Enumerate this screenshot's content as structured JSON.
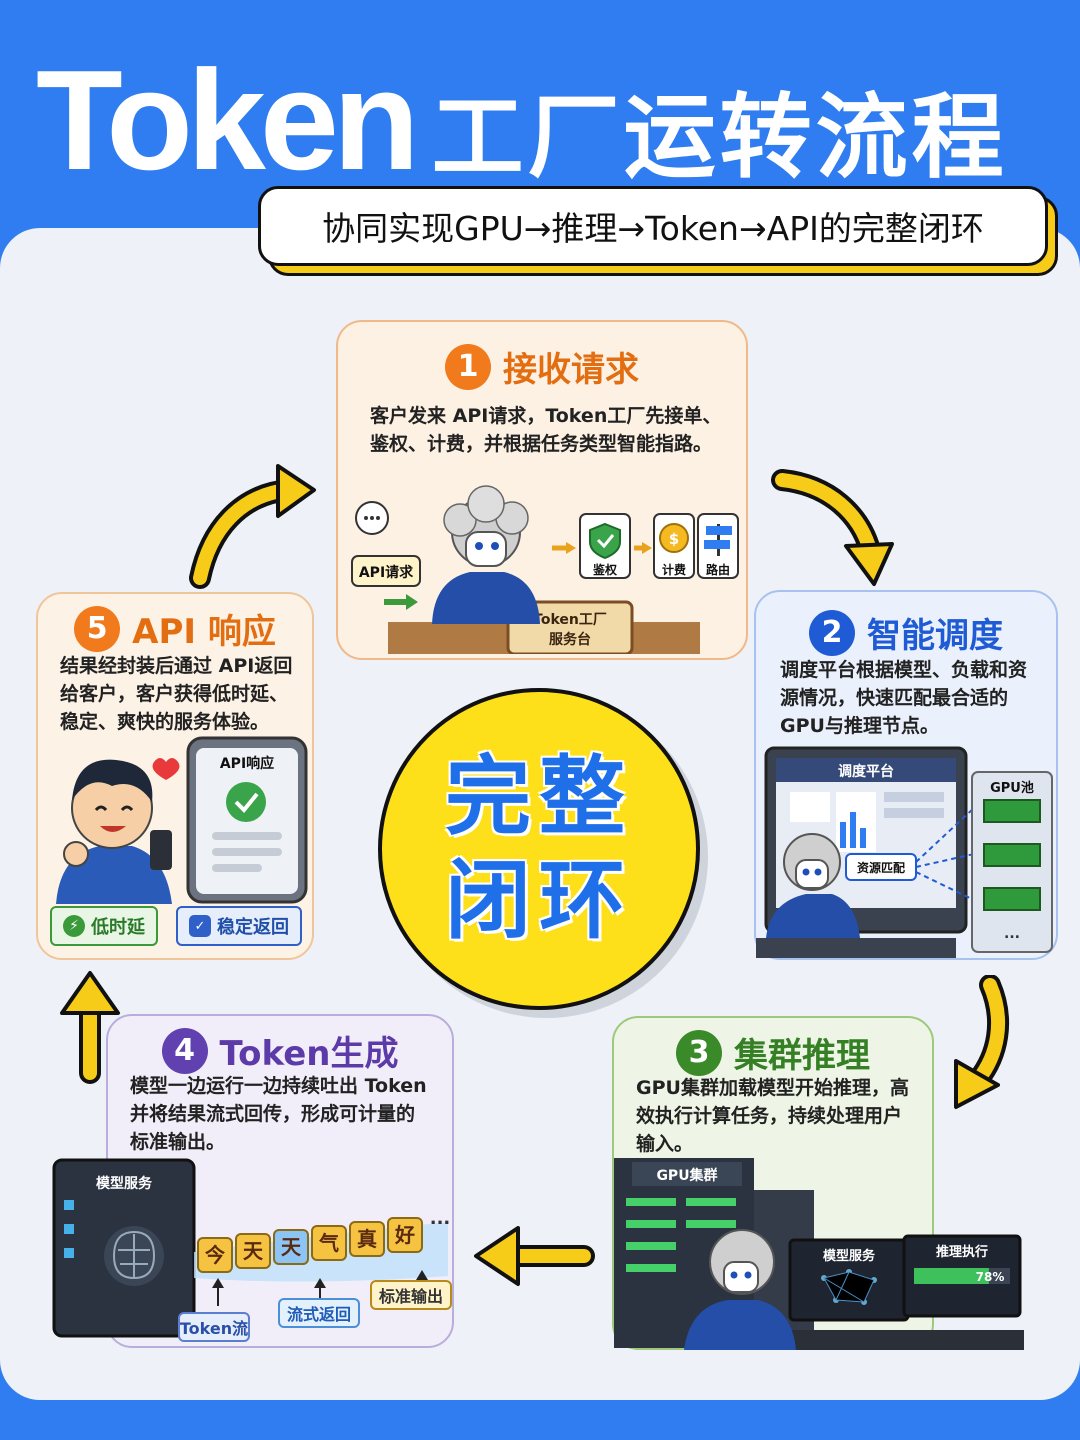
{
  "header": {
    "title_en": "Token",
    "title_cn": "工厂运转流程",
    "subtitle": "协同实现GPU→推理→Token→API的完整闭环"
  },
  "center": {
    "line1": "完整",
    "line2": "闭环"
  },
  "colors": {
    "background": "#2f7df0",
    "panel": "#eef1f7",
    "accent_yellow": "#fde01a",
    "center_text": "#1e6fe8"
  },
  "steps": [
    {
      "number": "1",
      "title": "接收请求",
      "desc_line1": "客户发来 API请求，Token工厂先接单、",
      "desc_line2": "鉴权、计费，并根据任务类型智能指路。",
      "illustration": {
        "request_tag": "API请求",
        "desk_line1": "Token工厂",
        "desk_line2": "服务台",
        "icons": [
          "鉴权",
          "计费",
          "路由"
        ],
        "icon_names": [
          "shield-check-icon",
          "coin-icon",
          "signpost-icon"
        ]
      }
    },
    {
      "number": "2",
      "title": "智能调度",
      "desc_line1": "调度平台根据模型、负载和资",
      "desc_line2": "源情况，快速匹配最合适的",
      "desc_line3": "GPU与推理节点。",
      "illustration": {
        "screen_title": "调度平台",
        "bubble": "资源匹配",
        "pool": "GPU池",
        "more": "..."
      }
    },
    {
      "number": "3",
      "title": "集群推理",
      "desc_line1": "GPU集群加载模型开始推理，高",
      "desc_line2": "效执行计算任务，持续处理用户",
      "desc_line3": "输入。",
      "illustration": {
        "rack_label": "GPU集群",
        "monitor1": "模型服务",
        "monitor2": "推理执行",
        "progress_text": "78%",
        "progress_value": 0.78
      }
    },
    {
      "number": "4",
      "title": "Token生成",
      "desc_line1": "模型一边运行一边持续吐出 Token",
      "desc_line2": "并将结果流式回传，形成可计量的",
      "desc_line3": "标准输出。",
      "illustration": {
        "server_label": "模型服务",
        "tokens": [
          "今",
          "天",
          "天",
          "气",
          "真",
          "好"
        ],
        "ellipsis": "...",
        "labels": [
          "Token流",
          "流式返回",
          "标准输出"
        ]
      }
    },
    {
      "number": "5",
      "title": "API 响应",
      "desc_line1": "结果经封装后通过 API返回",
      "desc_line2": "给客户，客户获得低时延、",
      "desc_line3": "稳定、爽快的服务体验。",
      "illustration": {
        "phone_title": "API响应",
        "tag1": "低时延",
        "tag2": "稳定返回"
      }
    }
  ]
}
